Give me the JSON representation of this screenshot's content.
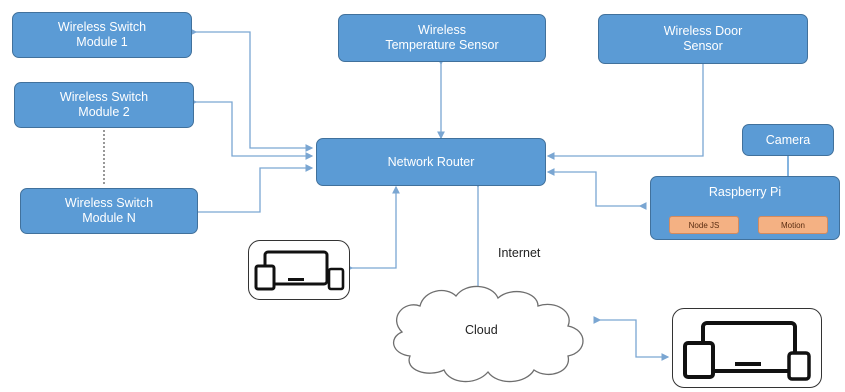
{
  "nodes": {
    "switch1": "Wireless Switch\nModule 1",
    "switch2": "Wireless Switch\nModule 2",
    "switchN": "Wireless Switch\nModule N",
    "temperature": "Wireless\nTemperature Sensor",
    "door": "Wireless Door\nSensor",
    "router": "Network Router",
    "camera": "Camera",
    "raspberry": "Raspberry Pi",
    "nodejs": "Node JS",
    "motion": "Motion",
    "cloud": "Cloud"
  },
  "labels": {
    "internet": "Internet"
  },
  "icons": {
    "local_device": "devices-icon",
    "remote_device": "devices-icon"
  },
  "colors": {
    "node_fill": "#5b9bd5",
    "node_border": "#41719c",
    "chip_fill": "#f4b183",
    "connector": "#7aa6d2"
  }
}
